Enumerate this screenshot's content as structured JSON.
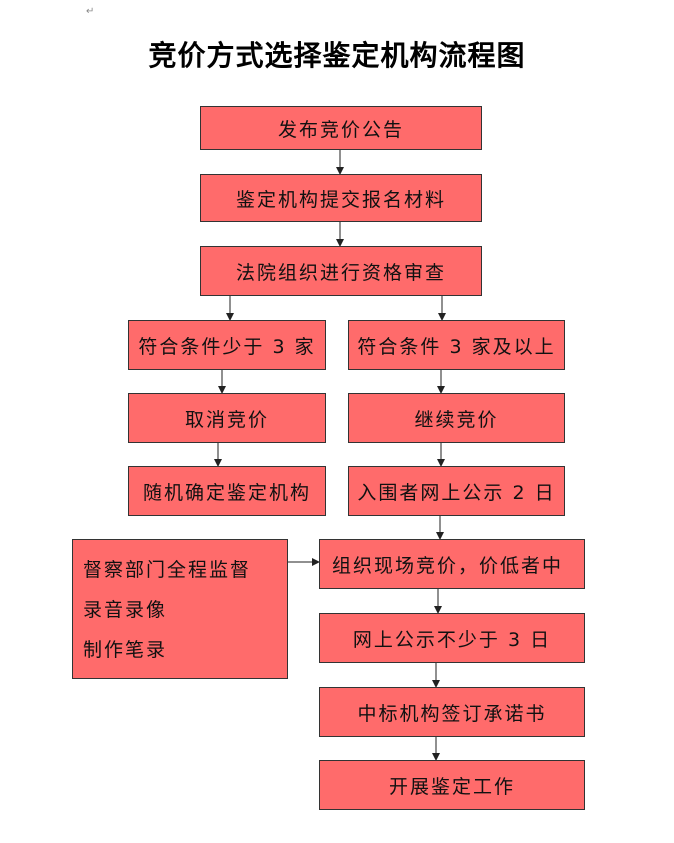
{
  "title": "竞价方式选择鉴定机构流程图",
  "marks": {
    "para": "↵"
  },
  "nodes": {
    "publish": "发布竞价公告",
    "submit": "鉴定机构提交报名材料",
    "review": "法院组织进行资格审查",
    "less3": "符合条件少于 3 家",
    "ge3": "符合条件 3 家及以上",
    "cancel": "取消竞价",
    "continue": "继续竞价",
    "random": "随机确定鉴定机构",
    "shortlist": "入围者网上公示 2 日",
    "onsite": "组织现场竞价，价低者中",
    "publicize": "网上公示不少于 3 日",
    "commit": "中标机构签订承诺书",
    "start": "开展鉴定工作"
  },
  "supervision": {
    "line1": "督察部门全程监督",
    "line2": "录音录像",
    "line3": "制作笔录"
  }
}
